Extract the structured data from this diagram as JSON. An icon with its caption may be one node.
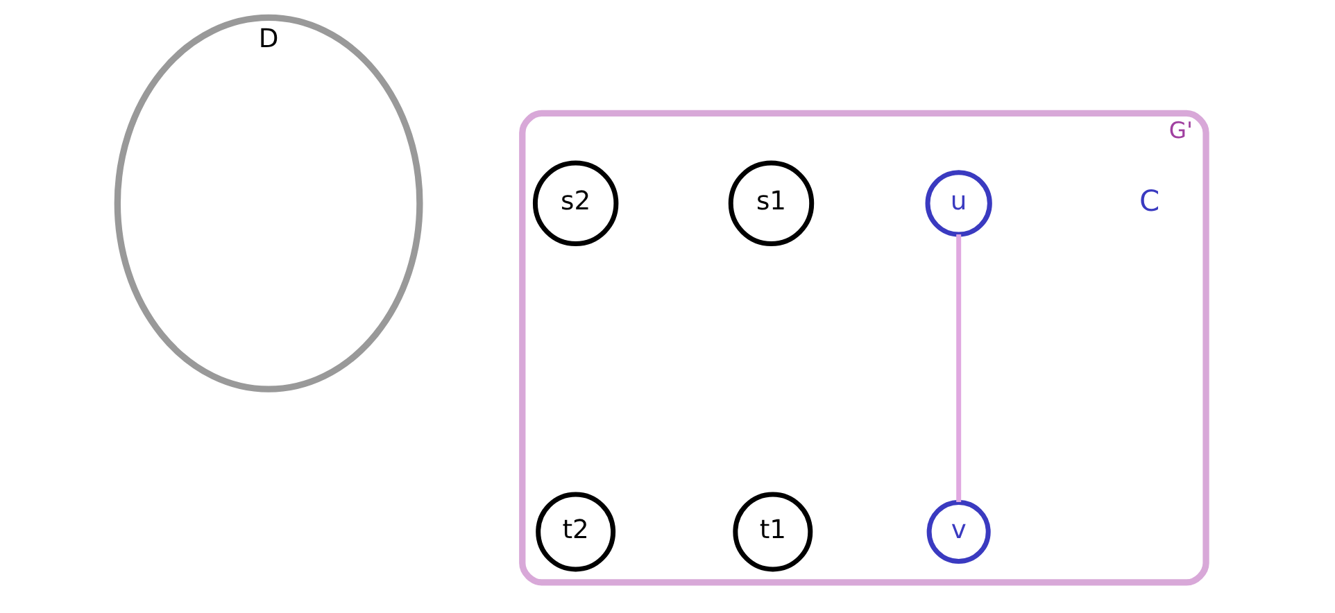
{
  "diagram": {
    "nodes": [
      {
        "text": [
          "D"
        ]
      },
      {
        "text": [
          "G'"
        ]
      },
      {
        "text": [
          "u"
        ],
        "in": 1
      },
      {
        "text": [
          "s1"
        ],
        "in": 1
      },
      {
        "text": [
          "s2"
        ],
        "in": 1
      },
      {
        "text": [
          "v"
        ],
        "in": 1
      },
      {
        "text": [
          "t1"
        ],
        "in": 1
      },
      {
        "text": [
          "t2"
        ],
        "in": 1
      }
    ],
    "edges": [
      {
        "from": 2,
        "to": 5,
        "arrow": "none",
        "color": "#e0a8e0"
      }
    ],
    "labels": [
      "C"
    ]
  }
}
